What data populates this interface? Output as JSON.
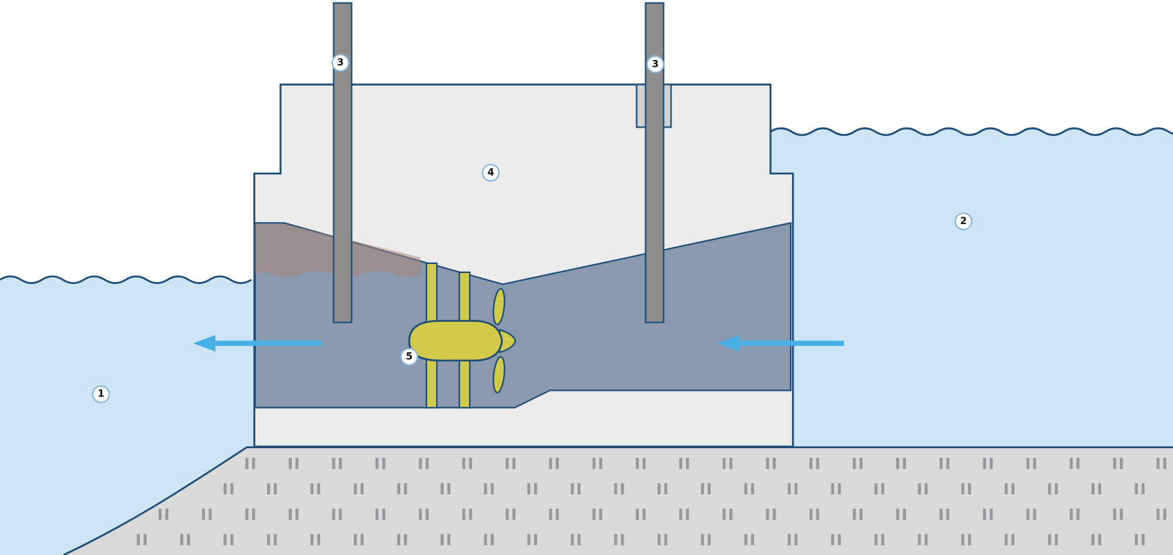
{
  "badges": {
    "b1": "1",
    "b2": "2",
    "b3": "3",
    "b4": "4",
    "b5": "5"
  },
  "colors": {
    "water": "#cfe5f6",
    "outline": "#1d4e79",
    "duct": "#8b99ae",
    "structure": "#ececec",
    "slot": "#d2d2d2",
    "ground": "#dadada",
    "hatch": "#97989b",
    "gate": "#8d8d8d",
    "turbine": "#d2ca49",
    "arrow": "#47b0e6",
    "overlay": "rgba(169,131,118,0.5)",
    "badge_fill": "#ffffff",
    "badge_border": "#8cb8dc"
  }
}
